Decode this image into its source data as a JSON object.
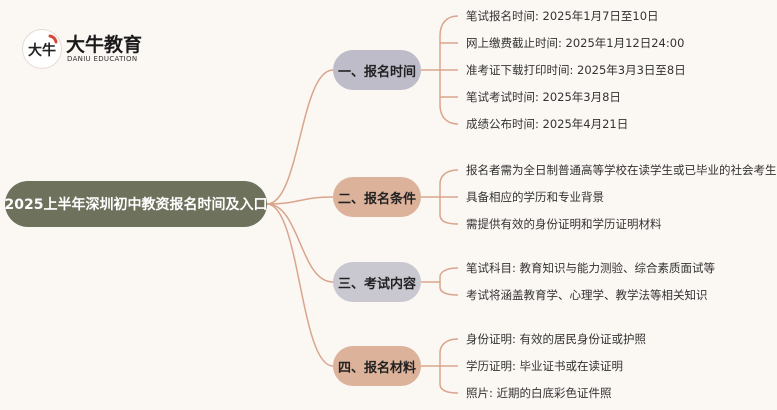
{
  "logo": {
    "mark_text": "大牛",
    "name": "大牛教育",
    "subtitle": "DANIU EDUCATION"
  },
  "root": {
    "label": "2025上半年深圳初中教资报名时间及入口"
  },
  "colors": {
    "root": "#6e725d",
    "branch_1": "#bebcc8",
    "branch_2": "#dcb29a",
    "branch_3": "#c9c8d0",
    "branch_4": "#dcb29a",
    "connector": "#d9a58c"
  },
  "branches": [
    {
      "label": "一、报名时间",
      "items": [
        "笔试报名时间: 2025年1月7日至10日",
        "网上缴费截止时间: 2025年1月12日24:00",
        "准考证下载打印时间: 2025年3月3日至8日",
        "笔试考试时间: 2025年3月8日",
        "成绩公布时间: 2025年4月21日"
      ]
    },
    {
      "label": "二、报名条件",
      "items": [
        "报名者需为全日制普通高等学校在读学生或已毕业的社会考生",
        "具备相应的学历和专业背景",
        "需提供有效的身份证明和学历证明材料"
      ]
    },
    {
      "label": "三、考试内容",
      "items": [
        "笔试科目: 教育知识与能力测验、综合素质面试等",
        "考试将涵盖教育学、心理学、教学法等相关知识"
      ]
    },
    {
      "label": "四、报名材料",
      "items": [
        "身份证明: 有效的居民身份证或护照",
        "学历证明: 毕业证书或在读证明",
        "照片: 近期的白底彩色证件照"
      ]
    }
  ]
}
